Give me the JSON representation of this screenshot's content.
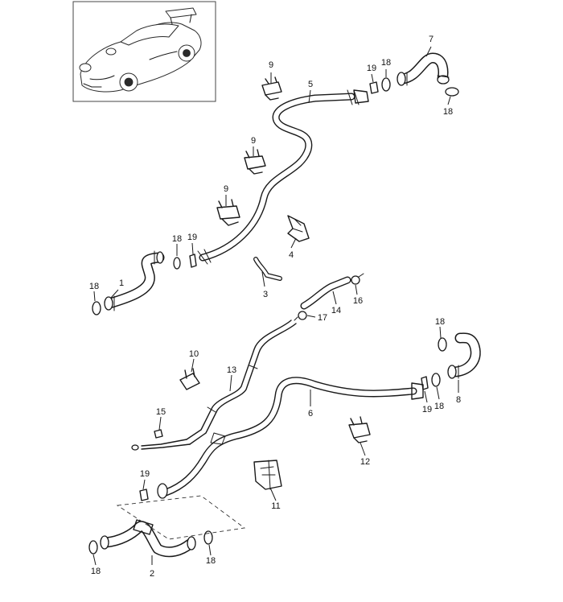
{
  "diagram": {
    "callouts": [
      "1",
      "2",
      "3",
      "4",
      "5",
      "6",
      "7",
      "8",
      "9",
      "9",
      "9",
      "10",
      "11",
      "12",
      "13",
      "14",
      "15",
      "16",
      "17",
      "18",
      "18",
      "18",
      "18",
      "18",
      "18",
      "18",
      "18",
      "19",
      "19",
      "19",
      "19"
    ]
  }
}
